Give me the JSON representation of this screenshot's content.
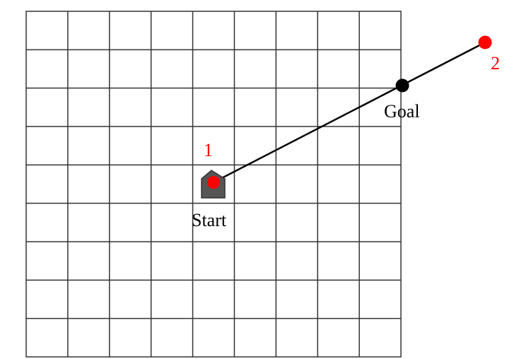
{
  "grid": {
    "columns": 9,
    "rows": 9
  },
  "labels": {
    "start": "Start",
    "goal": "Goal",
    "point_1": "1",
    "point_2": "2"
  },
  "colors": {
    "grid_line": "#333333",
    "path_line": "#000000",
    "point_red": "#ff0000",
    "goal_dot": "#000000",
    "robot_body": "#555555",
    "label_red": "#ff0000",
    "label_black": "#000000"
  },
  "icons": {
    "start_marker": "robot-pentagon-icon"
  }
}
